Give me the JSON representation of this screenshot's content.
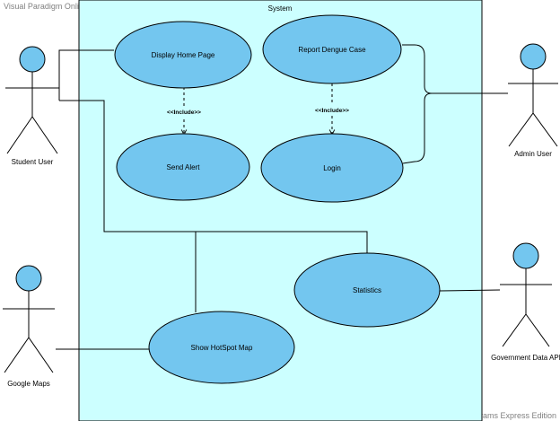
{
  "diagram": {
    "watermark_top": "Visual Paradigm Online Diagrams Express Edition",
    "watermark_bottom": "Visual Paradigm Online Diagrams Express Edition",
    "system": {
      "title": "System",
      "fill": "#ccffff"
    },
    "colors": {
      "use_case_fill": "#73c6ef",
      "actor_fill": "#73c6ef",
      "line": "#000000"
    },
    "use_cases": [
      {
        "id": "display-home-page",
        "label": "Display  Home Page"
      },
      {
        "id": "report-dengue-case",
        "label": "Report Dengue Case"
      },
      {
        "id": "send-alert",
        "label": "Send Alert"
      },
      {
        "id": "login",
        "label": "Login"
      },
      {
        "id": "statistics",
        "label": "Statistics"
      },
      {
        "id": "show-hotspot-map",
        "label": "Show HotSpot Map"
      }
    ],
    "actors": [
      {
        "id": "student-user",
        "label": "Student User"
      },
      {
        "id": "admin-user",
        "label": "Admin User"
      },
      {
        "id": "google-maps",
        "label": "Google Maps"
      },
      {
        "id": "government-data-api",
        "label": "Government Data API"
      }
    ],
    "relationships": [
      {
        "type": "include",
        "from": "display-home-page",
        "to": "send-alert",
        "label": "<<Include>>"
      },
      {
        "type": "include",
        "from": "report-dengue-case",
        "to": "login",
        "label": "<<Include>>"
      }
    ]
  }
}
